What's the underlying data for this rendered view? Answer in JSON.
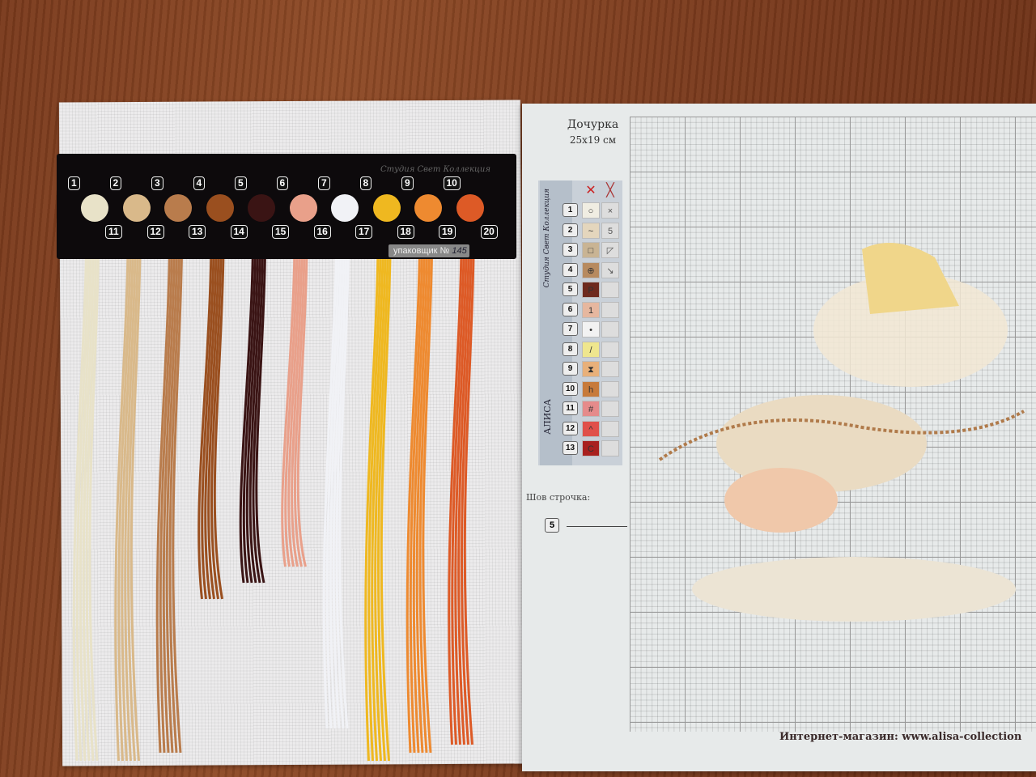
{
  "organizer": {
    "slots_top": [
      "1",
      "2",
      "3",
      "4",
      "5",
      "6",
      "7",
      "8",
      "9",
      "10"
    ],
    "slots_bottom": [
      "11",
      "12",
      "13",
      "14",
      "15",
      "16",
      "17",
      "18",
      "19",
      "20"
    ],
    "brand_text": "Студия Свет Коллекция",
    "packer_label": "упаковщик №",
    "packer_number": "145",
    "thread_colors": [
      "#e8e2c8",
      "#d9b98a",
      "#b97c4c",
      "#9a4f1f",
      "#3a1414",
      "#e9a08a",
      "#f1f2f6",
      "#efb820",
      "#ee8a30",
      "#dd5a26"
    ]
  },
  "chart": {
    "title": "Дочурка",
    "size": "25x19 см",
    "legend_brand": "Студия Свет Коллекция",
    "legend_logo": "АЛИСА",
    "legend": [
      {
        "num": "1",
        "symbol": "○",
        "symbol2": "×",
        "color": "#f0ede2"
      },
      {
        "num": "2",
        "symbol": "~",
        "symbol2": "5",
        "color": "#e4d6bd"
      },
      {
        "num": "3",
        "symbol": "□",
        "symbol2": "◸",
        "color": "#c9b494"
      },
      {
        "num": "4",
        "symbol": "⊕",
        "symbol2": "↘",
        "color": "#b78a5f"
      },
      {
        "num": "5",
        "symbol": "P",
        "symbol2": "",
        "color": "#6e2a1e"
      },
      {
        "num": "6",
        "symbol": "1",
        "symbol2": "",
        "color": "#e6b79f"
      },
      {
        "num": "7",
        "symbol": "•",
        "symbol2": "",
        "color": "#f2f2f2"
      },
      {
        "num": "8",
        "symbol": "/",
        "symbol2": "",
        "color": "#efe68e"
      },
      {
        "num": "9",
        "symbol": "⧗",
        "symbol2": "",
        "color": "#e8b07a"
      },
      {
        "num": "10",
        "symbol": "h",
        "symbol2": "",
        "color": "#c77a3a"
      },
      {
        "num": "11",
        "symbol": "#",
        "symbol2": "",
        "color": "#e58b8b"
      },
      {
        "num": "12",
        "symbol": "^",
        "symbol2": "",
        "color": "#e0504a"
      },
      {
        "num": "13",
        "symbol": "C",
        "symbol2": "",
        "color": "#a8201e"
      }
    ],
    "stitch_label": "Шов строчка:",
    "stitch_number": "5",
    "footer": "Интернет-магазин: www.alisa-collection"
  }
}
